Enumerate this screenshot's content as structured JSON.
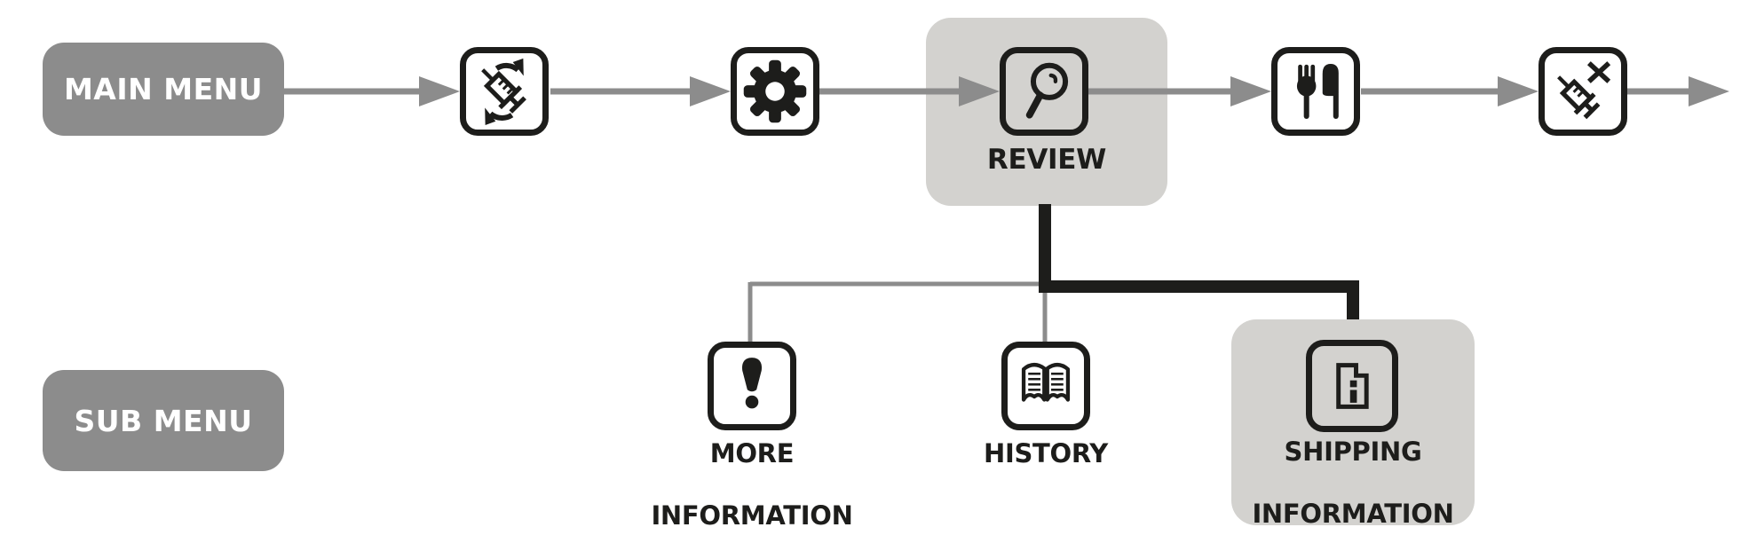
{
  "palette": {
    "menu_gray": "#8c8c8c",
    "arrow_gray": "#8c8c8c",
    "highlight_gray": "#d3d2cf",
    "line_black": "#1d1d1b",
    "background": "#ffffff"
  },
  "main_menu": {
    "label": "MAIN MENU"
  },
  "sub_menu": {
    "label": "SUB MENU"
  },
  "main_flow": {
    "items": [
      {
        "icon": "change-cartridge-syringe-icon",
        "label": "",
        "highlighted": false
      },
      {
        "icon": "settings-gear-icon",
        "label": "",
        "highlighted": false
      },
      {
        "icon": "review-magnifier-icon",
        "label": "REVIEW",
        "highlighted": true
      },
      {
        "icon": "meal-fork-knife-icon",
        "label": "",
        "highlighted": false
      },
      {
        "icon": "missed-dose-syringe-icon",
        "label": "",
        "highlighted": false
      }
    ]
  },
  "sub_flow": {
    "parent": "REVIEW",
    "items": [
      {
        "icon": "more-information-exclamation-icon",
        "label": "MORE INFORMATION",
        "label_lines": [
          "MORE",
          "INFORMATION"
        ],
        "highlighted": false
      },
      {
        "icon": "history-open-book-icon",
        "label": "HISTORY",
        "label_lines": [
          "HISTORY"
        ],
        "highlighted": false
      },
      {
        "icon": "shipping-information-document-icon",
        "label": "SHIPPING INFORMATION",
        "label_lines": [
          "SHIPPING",
          "INFORMATION"
        ],
        "highlighted": true
      }
    ]
  }
}
